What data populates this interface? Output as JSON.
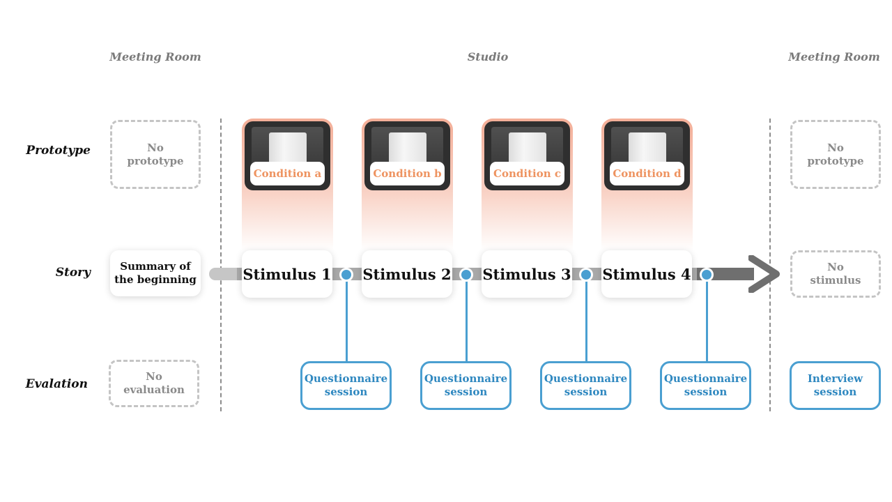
{
  "locations": [
    "Meeting Room",
    "Studio",
    "Meeting Room"
  ],
  "row_labels": [
    "Prototype",
    "Story",
    "Evalation"
  ],
  "prototype": {
    "before": "No\nprototype",
    "conditions": [
      "Condition a",
      "Condition b",
      "Condition c",
      "Condition d"
    ],
    "after": "No\nprototype"
  },
  "story": {
    "before": "Summary of\nthe beginning",
    "stimuli": [
      "Stimulus 1",
      "Stimulus 2",
      "Stimulus 3",
      "Stimulus 4"
    ],
    "after": "No\nstimulus"
  },
  "evaluation": {
    "before": "No\nevaluation",
    "sessions": [
      "Questionnaire\nsession",
      "Questionnaire\nsession",
      "Questionnaire\nsession",
      "Questionnaire\nsession"
    ],
    "after": "Interview\nsession"
  },
  "colors": {
    "accent_blue": "#4a9fd1",
    "condition_orange": "#ee9360",
    "glow_pink": "#f3aa92",
    "track_gray": "#a9a9a9"
  }
}
